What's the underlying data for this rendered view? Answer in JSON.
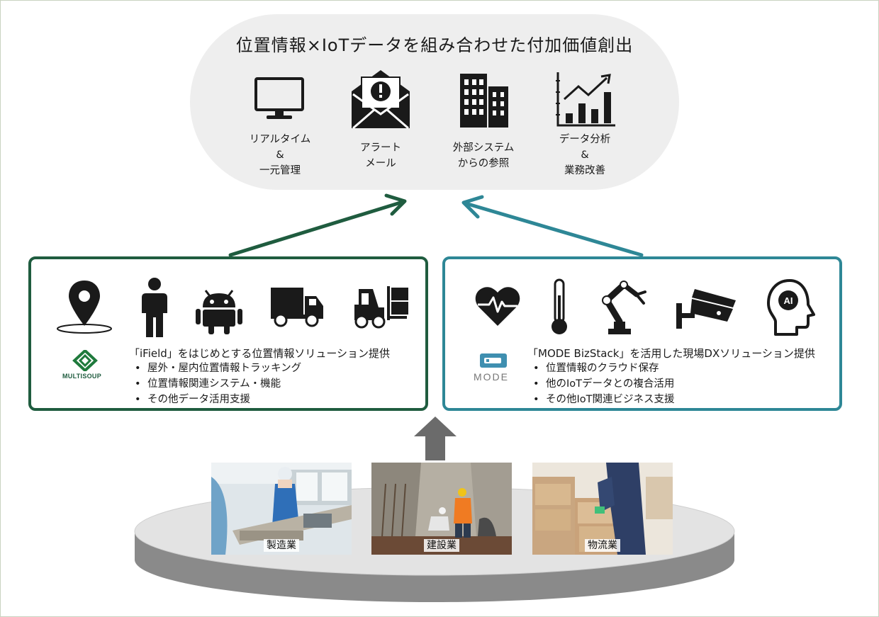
{
  "title": "位置情報×IoTデータを組み合わせた付加価値創出",
  "benefits": [
    {
      "icon": "monitor-icon",
      "label_lines": [
        "リアルタイム",
        "&",
        "一元管理"
      ]
    },
    {
      "icon": "alert-mail-icon",
      "label_lines": [
        "アラート",
        "メール"
      ]
    },
    {
      "icon": "building-icon",
      "label_lines": [
        "外部システム",
        "からの参照"
      ]
    },
    {
      "icon": "growth-chart-icon",
      "label_lines": [
        "データ分析",
        "&",
        "業務改善"
      ]
    }
  ],
  "solutions": {
    "left": {
      "icons": [
        "location-pin-icon",
        "person-icon",
        "android-icon",
        "truck-icon",
        "forklift-icon"
      ],
      "logo_text": "MULTISOUP",
      "title": "「iField」をはじめとする位置情報ソリューション提供",
      "items": [
        "屋外・屋内位置情報トラッキング",
        "位置情報関連システム・機能",
        "その他データ活用支援"
      ],
      "border_color": "#1f5c3f"
    },
    "right": {
      "icons": [
        "heart-rate-icon",
        "thermometer-icon",
        "robot-arm-icon",
        "security-camera-icon",
        "ai-head-icon"
      ],
      "logo_text": "MODE",
      "title": "「MODE BizStack」を活用した現場DXソリューション提供",
      "items": [
        "位置情報のクラウド保存",
        "他のIoTデータとの複合活用",
        "その他IoT関連ビジネス支援"
      ],
      "border_color": "#2e8796"
    }
  },
  "industries": [
    {
      "label": "製造業",
      "image": "factory-worker-photo"
    },
    {
      "label": "建設業",
      "image": "construction-site-photo"
    },
    {
      "label": "物流業",
      "image": "warehouse-worker-photo"
    }
  ],
  "colors": {
    "green": "#1f5c3f",
    "teal": "#2e8796",
    "gray_arrow": "#6b6b6b",
    "pill": "#eeeeee"
  }
}
